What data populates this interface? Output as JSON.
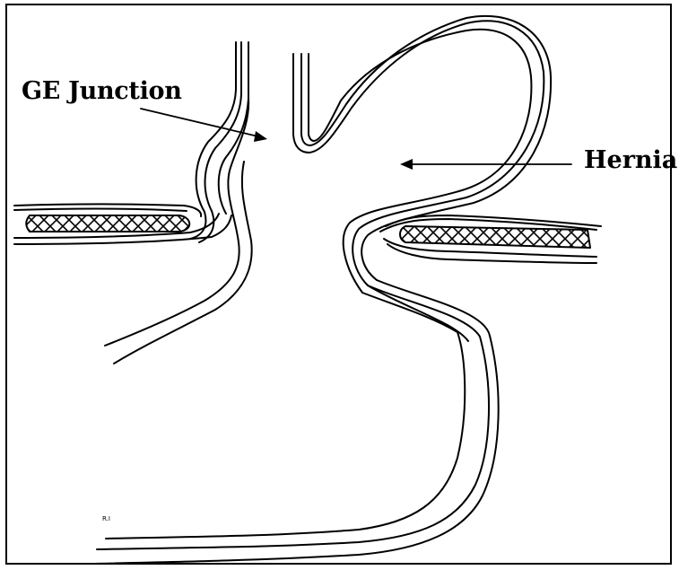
{
  "labels": {
    "ge_junction": "GE Junction",
    "hernia": "Hernia",
    "initials": "R.I"
  },
  "colors": {
    "ink": "#000000",
    "background": "#ffffff"
  }
}
